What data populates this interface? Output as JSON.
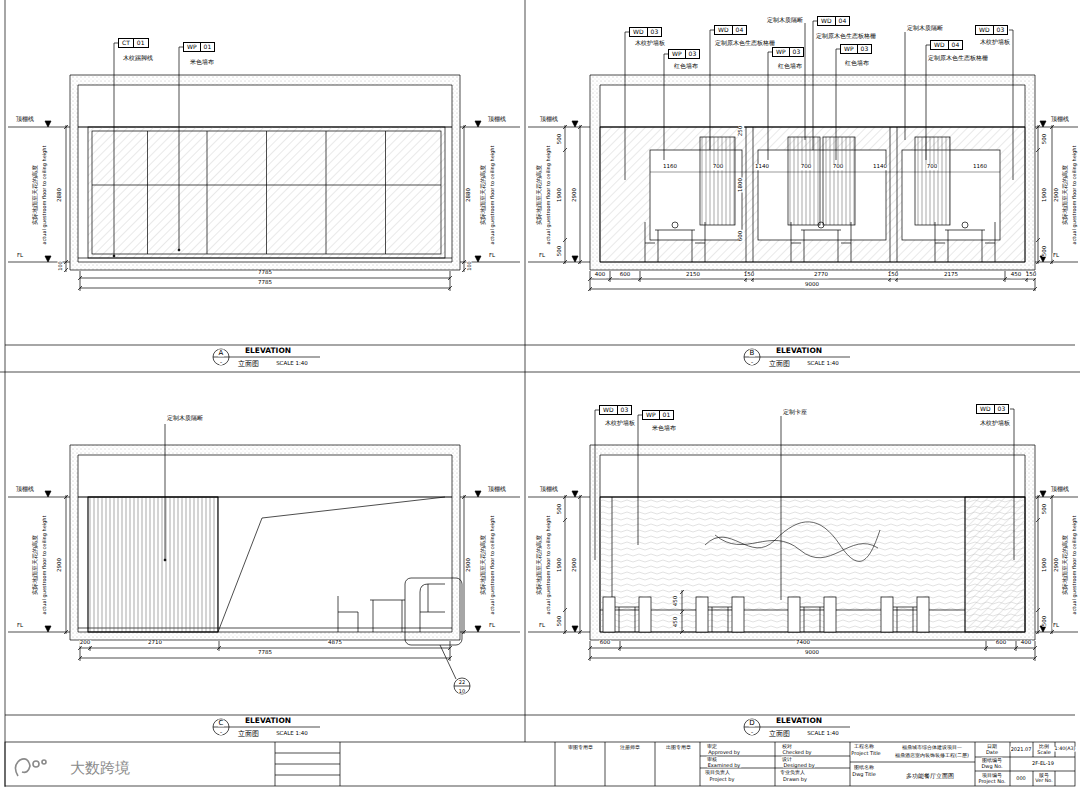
{
  "diagram": {
    "nodes": [
      {
        "text": [
          "CT",
          "01"
        ]
      },
      {
        "text": [
          "WP",
          "01"
        ]
      },
      {
        "text": [
          "WD",
          "03"
        ]
      },
      {
        "text": [
          "WP",
          "03"
        ]
      },
      {
        "text": [
          "WD",
          "04"
        ]
      },
      {
        "text": [
          "WP",
          "03"
        ]
      },
      {
        "text": [
          "WD",
          "04"
        ]
      },
      {
        "text": [
          "WP",
          "03"
        ]
      },
      {
        "text": [
          "WD",
          "04"
        ]
      },
      {
        "text": [
          "WD",
          "03"
        ]
      },
      {
        "text": [
          "WD",
          "03"
        ]
      },
      {
        "text": [
          "WP",
          "01"
        ]
      },
      {
        "text": [
          "WD",
          "03"
        ]
      }
    ],
    "labels": [
      "木纹踢脚线",
      "米色墙布",
      "顶棚线",
      "FL",
      "顶棚线",
      "FL",
      "2880",
      "100",
      "2880",
      "100",
      "实际地面至天花的高度",
      "actual guestroom floor to ceiling height",
      "实际地面至天花的高度",
      "actual guestroom floor to ceiling height",
      "7785",
      "7785",
      "A",
      "-",
      "ELEVATION",
      "立面图",
      "SCALE 1:40",
      "木纹护墙板",
      "红色墙布",
      "定制原木色生态板格栅",
      "定制木质隔断",
      "红色墙布",
      "定制原木色生态板格栅",
      "红色墙布",
      "定制木质隔断",
      "定制原木色生态板格栅",
      "木纹护墙板",
      "顶棚线",
      "FL",
      "顶棚线",
      "FL",
      "500",
      "1900",
      "500",
      "2900",
      "500",
      "1900",
      "500",
      "2900",
      "实际地面至天花的高度",
      "actual guestroom floor to ceiling height",
      "实际地面至天花的高度",
      "actual guestroom floor to ceiling height",
      "1160",
      "700",
      "1140",
      "700",
      "700",
      "1140",
      "700",
      "1160",
      "250",
      "1800",
      "600",
      "400",
      "600",
      "2150",
      "150",
      "2770",
      "150",
      "2175",
      "450",
      "150",
      "9000",
      "B",
      "-",
      "ELEVATION",
      "立面图",
      "SCALE 1:40",
      "定制木质隔断",
      "顶棚线",
      "FL",
      "顶棚线",
      "FL",
      "2900",
      "2900",
      "实际地面至天花的高度",
      "actual guestroom floor to ceiling height",
      "实际地面至天花的高度",
      "actual guestroom floor to ceiling height",
      "200",
      "2710",
      "4875",
      "7785",
      "22",
      "10",
      "C",
      "-",
      "ELEVATION",
      "立面图",
      "SCALE 1:40",
      "木纹护墙板",
      "米色墙布",
      "定制卡座",
      "木纹护墙板",
      "顶棚线",
      "FL",
      "顶棚线",
      "FL",
      "500",
      "1900",
      "500",
      "2900",
      "450",
      "450",
      "500",
      "1900",
      "500",
      "2900",
      "实际地面至天花的高度",
      "actual guestroom floor to ceiling height",
      "实际地面至天花的高度",
      "actual guestroom floor to ceiling height",
      "600",
      "7400",
      "600",
      "400",
      "9000",
      "D",
      "-",
      "ELEVATION",
      "立面图",
      "SCALE 1:40",
      "审图专用章",
      "注册师章",
      "出图专用章",
      "审定",
      "Approved by",
      "审核",
      "Examined by",
      "项目负责人",
      "Project by",
      "校对",
      "Checked by",
      "设计",
      "Designed by",
      "专业负责人",
      "Drawn by",
      "工程名称",
      "Project Title",
      "福鼎城市综合体建设项目一",
      "福鼎酒店室内装饰装修工程(二层)",
      "图纸名称",
      "Dwg Title",
      "多功能餐厅立面图",
      "日期",
      "Date",
      "2021.07",
      "比例",
      "Scale",
      "1:40(A3)",
      "图纸编号",
      "Dwg No.",
      "2F-EL-19",
      "项目编号",
      "Project No.",
      "000",
      "版号",
      "Ver No.",
      "大数跨境"
    ]
  }
}
